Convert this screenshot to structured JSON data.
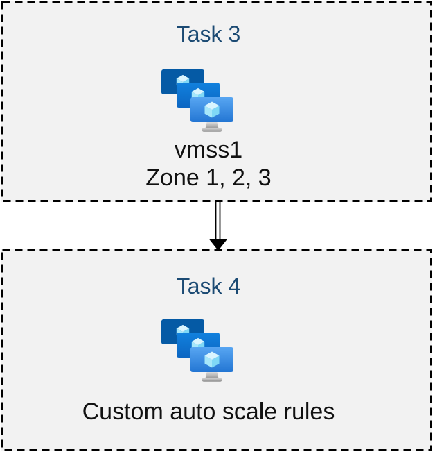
{
  "diagram": {
    "boxes": [
      {
        "id": "task3",
        "title": "Task 3",
        "icon": "virtual-machine-scale-set-icon",
        "lines": [
          "vmss1",
          "Zone 1, 2, 3"
        ]
      },
      {
        "id": "task4",
        "title": "Task 4",
        "icon": "virtual-machine-scale-set-icon",
        "lines": [
          "Custom auto scale rules"
        ]
      }
    ],
    "connector": {
      "type": "double-line-arrow",
      "direction": "down",
      "from": "task3",
      "to": "task4"
    },
    "colors": {
      "box_fill": "#f2f2f2",
      "box_border": "#000000",
      "title_text": "#1b4a73",
      "body_text": "#111111",
      "monitor_back": "#055aa5",
      "monitor_middle": "#0f7bd4",
      "monitor_front_top": "#58a6f2",
      "monitor_front_bottom": "#2376d3",
      "cube_top": "#d9f5ff",
      "cube_left": "#a6e7fa",
      "cube_right": "#7fd8f6",
      "stand_gray": "#bfbfbf",
      "arrow": "#000000"
    }
  }
}
